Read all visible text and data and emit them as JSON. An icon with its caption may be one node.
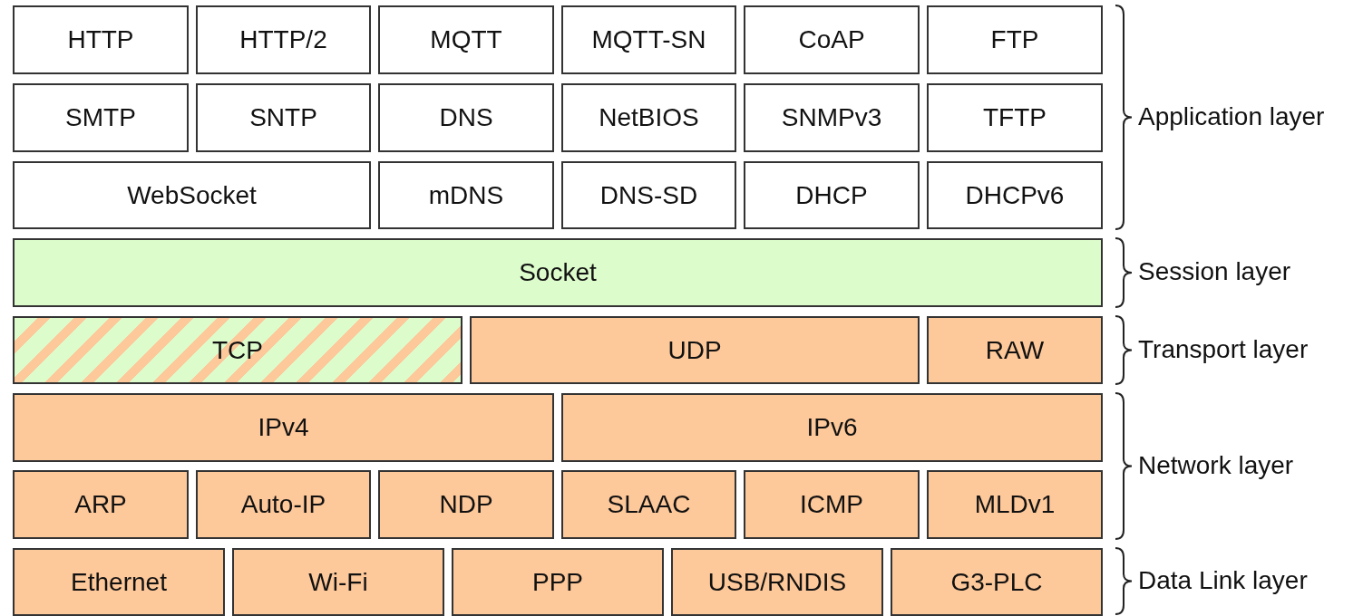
{
  "diagram": {
    "nodes": [
      {
        "text": [
          "HTTP"
        ]
      },
      {
        "text": [
          "HTTP/2"
        ]
      },
      {
        "text": [
          "MQTT"
        ]
      },
      {
        "text": [
          "MQTT-SN"
        ]
      },
      {
        "text": [
          "CoAP"
        ]
      },
      {
        "text": [
          "FTP"
        ]
      },
      {
        "text": [
          "SMTP"
        ]
      },
      {
        "text": [
          "SNTP"
        ]
      },
      {
        "text": [
          "DNS"
        ]
      },
      {
        "text": [
          "NetBIOS"
        ]
      },
      {
        "text": [
          "SNMPv3"
        ]
      },
      {
        "text": [
          "TFTP"
        ]
      },
      {
        "text": [
          "WebSocket"
        ]
      },
      {
        "text": [
          "mDNS"
        ]
      },
      {
        "text": [
          "DNS-SD"
        ]
      },
      {
        "text": [
          "DHCP"
        ]
      },
      {
        "text": [
          "DHCPv6"
        ]
      },
      {
        "text": [
          "Socket"
        ]
      },
      {
        "text": [
          "TCP"
        ]
      },
      {
        "text": [
          "UDP"
        ]
      },
      {
        "text": [
          "RAW"
        ]
      },
      {
        "text": [
          "IPv4"
        ]
      },
      {
        "text": [
          "IPv6"
        ]
      },
      {
        "text": [
          "ARP"
        ]
      },
      {
        "text": [
          "Auto-IP"
        ]
      },
      {
        "text": [
          "NDP"
        ]
      },
      {
        "text": [
          "SLAAC"
        ]
      },
      {
        "text": [
          "ICMP"
        ]
      },
      {
        "text": [
          "MLDv1"
        ]
      },
      {
        "text": [
          "Ethernet"
        ]
      },
      {
        "text": [
          "Wi-Fi"
        ]
      },
      {
        "text": [
          "PPP"
        ]
      },
      {
        "text": [
          "USB/RNDIS"
        ]
      },
      {
        "text": [
          "G3-PLC"
        ]
      }
    ],
    "edges": [],
    "labels": [
      "Application layer",
      "Session layer",
      "Transport layer",
      "Network layer",
      "Data Link layer"
    ]
  }
}
